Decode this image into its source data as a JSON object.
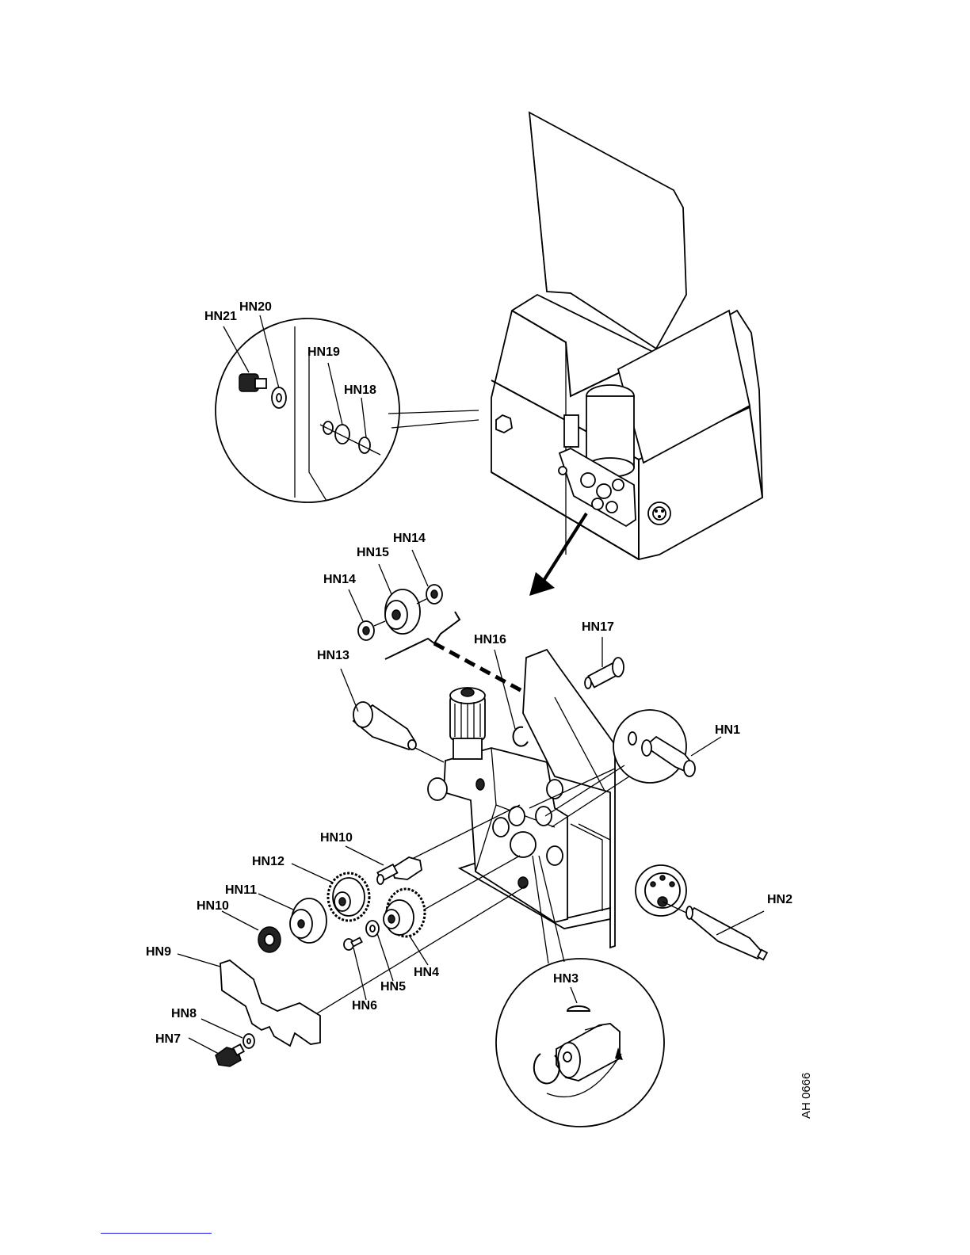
{
  "labels": {
    "hn1": "HN1",
    "hn2": "HN2",
    "hn3": "HN3",
    "hn4": "HN4",
    "hn5": "HN5",
    "hn6": "HN6",
    "hn7": "HN7",
    "hn8": "HN8",
    "hn9": "HN9",
    "hn10a": "HN10",
    "hn10b": "HN10",
    "hn11": "HN11",
    "hn12": "HN12",
    "hn13": "HN13",
    "hn14a": "HN14",
    "hn14b": "HN14",
    "hn15": "HN15",
    "hn16": "HN16",
    "hn17": "HN17",
    "hn18": "HN18",
    "hn19": "HN19",
    "hn20": "HN20",
    "hn21": "HN21"
  },
  "drawing_code": "AH 0666"
}
